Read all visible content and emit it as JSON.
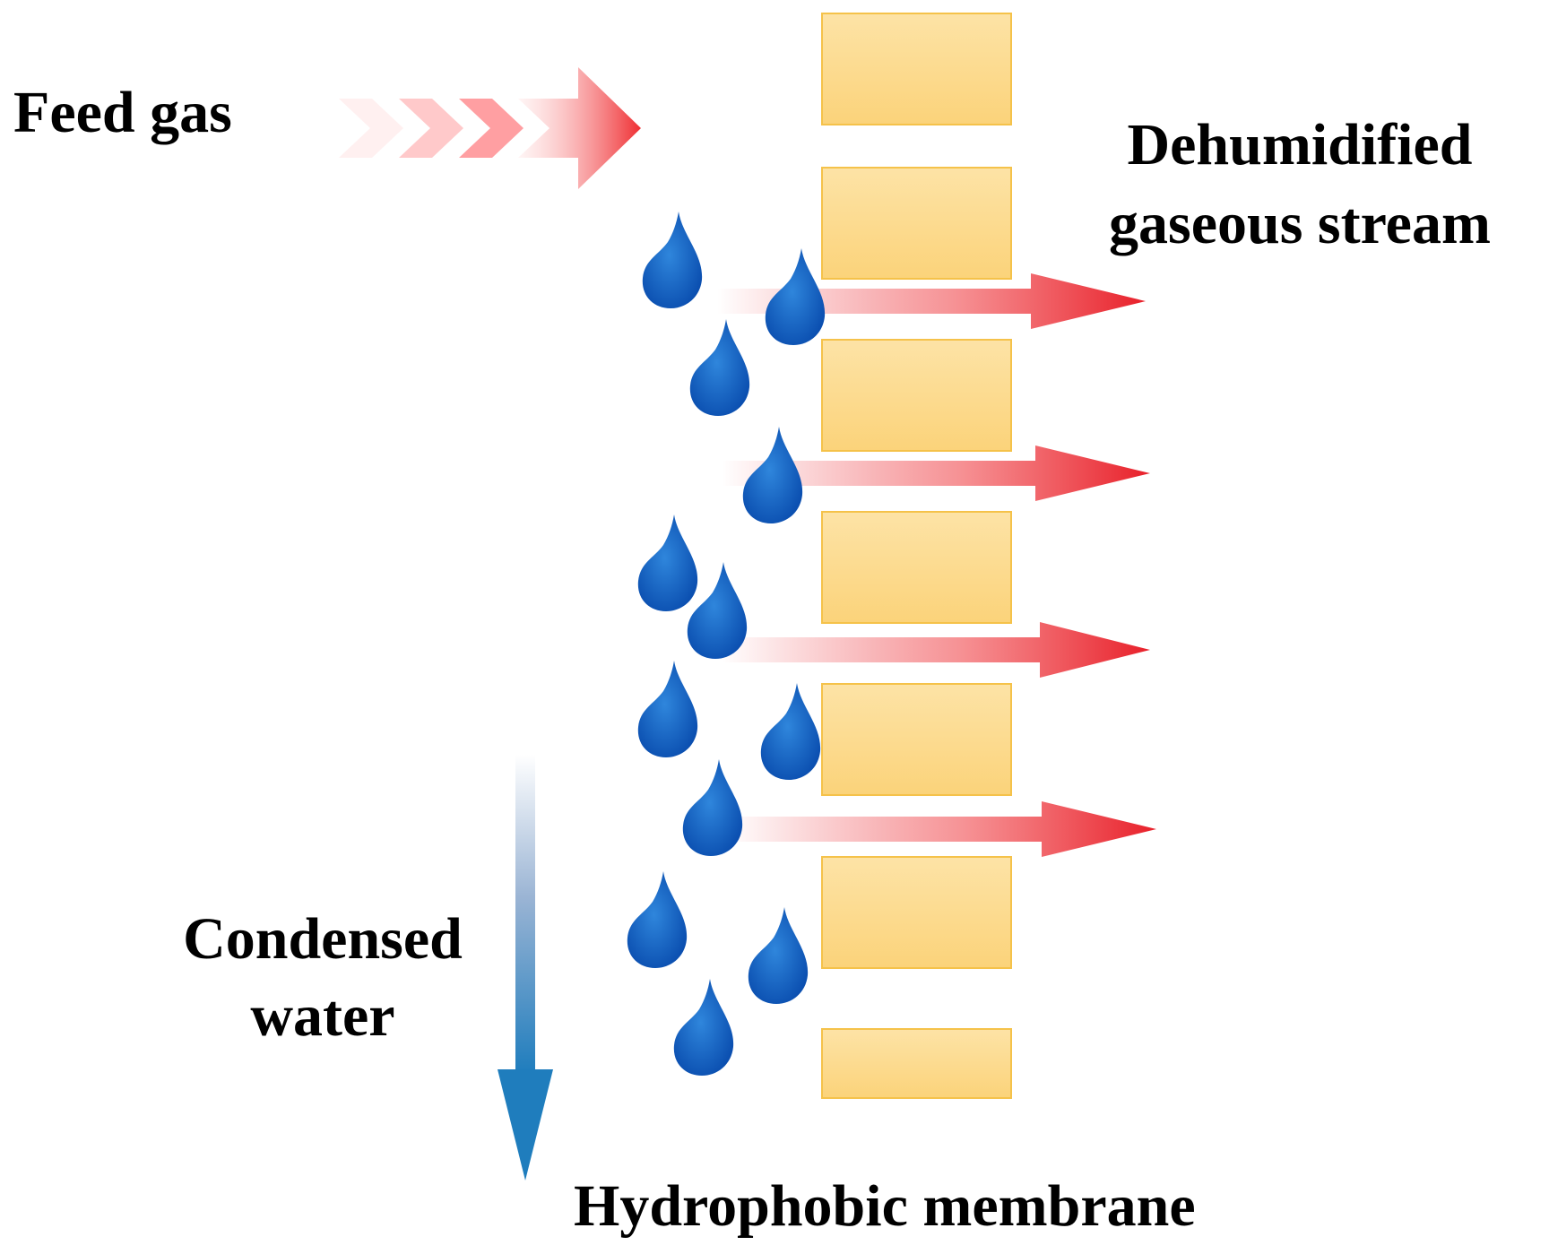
{
  "labels": {
    "feed_gas": "Feed gas",
    "dehumidified_line1": "Dehumidified",
    "dehumidified_line2": "gaseous stream",
    "condensed_line1": "Condensed",
    "condensed_line2": "water",
    "membrane": "Hydrophobic membrane"
  },
  "colors": {
    "membrane_fill_top": "#fde3a6",
    "membrane_fill_bottom": "#fbd37a",
    "membrane_stroke": "#f5c24a",
    "gas_arrow": "#e8202a",
    "droplet_light": "#2f86dc",
    "droplet_dark": "#0b4fb0",
    "water_arrow": "#1f7dbd"
  },
  "icons": {
    "droplet": "water-droplet-icon",
    "flow_arrow": "arrow-right-icon",
    "water_arrow": "arrow-down-icon"
  }
}
